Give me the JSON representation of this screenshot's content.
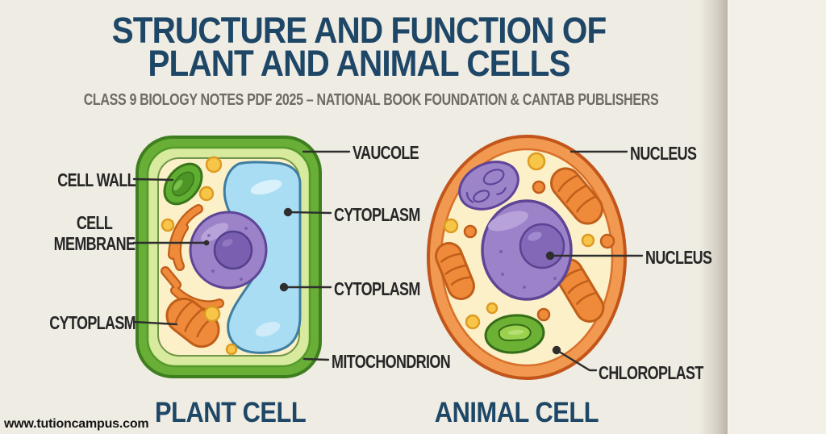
{
  "poster": {
    "title_line1": "STRUCTURE AND FUNCTION OF",
    "title_line2": "PLANT AND ANIMAL CELLS",
    "subtitle": "CLASS 9 BIOLOGY NOTES PDF 2025 – NATIONAL BOOK FOUNDATION & CANTAB PUBLISHERS",
    "watermark": "www.tutioncampus.com"
  },
  "plant_cell": {
    "heading": "PLANT CELL",
    "labels": {
      "cell_wall": "CELL WALL",
      "cell_membrane": "CELL MEMBRANE",
      "cytoplasm_left": "CYTOPLASM",
      "vacuole": "VAUCOLE",
      "cytoplasm_upper": "CYTOPLASM",
      "cytoplasm_lower": "CYTOPLASM",
      "mitochondrion": "MITOCHONDRION"
    }
  },
  "animal_cell": {
    "heading": "ANIMAL CELL",
    "labels": {
      "nucleus_top": "NUCLEUS",
      "nucleus_mid": "NUCLEUS",
      "chloroplast": "CHLOROPLAST"
    }
  },
  "colors": {
    "title_navy": "#1e4767",
    "subtitle_gray": "#6e6a64",
    "label_black": "#262626",
    "background": "#efece3",
    "plant_wall_green": "#68ae37",
    "plant_inner_wall_green": "#d7ea9e",
    "cytoplasm_cream": "#fbf0c8",
    "vacuole_blue": "#a9ddf3",
    "nucleus_purple": "#9c83c9",
    "nucleolus_purple": "#7a5fb0",
    "organelle_orange": "#ee8a3a",
    "membrane_ring_orange": "#f19950",
    "chloroplast_green": "#5fae31",
    "vesicle_yellow": "#f7c648",
    "connector_line": "#2e2e2e"
  }
}
